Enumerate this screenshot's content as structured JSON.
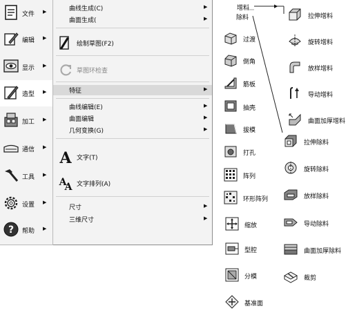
{
  "main_menu": [
    {
      "label": "文件",
      "icon": "file-icon"
    },
    {
      "label": "编辑",
      "icon": "edit-icon"
    },
    {
      "label": "显示",
      "icon": "eye-icon"
    },
    {
      "label": "造型",
      "icon": "pencil-box-icon"
    },
    {
      "label": "加工",
      "icon": "machining-icon"
    },
    {
      "label": "通信",
      "icon": "keyboard-icon"
    },
    {
      "label": "工具",
      "icon": "hammer-icon"
    },
    {
      "label": "设置",
      "icon": "gear-icon"
    },
    {
      "label": "帮助",
      "icon": "help-icon"
    }
  ],
  "submenu": {
    "curve_gen": "曲线生成(C)",
    "surface_gen": "曲面生成(",
    "sketch": "绘制草图(F2)",
    "sketch_check": "草图环检查",
    "feature": "特征",
    "curve_edit": "曲线编辑(E)",
    "surface_edit": "曲面编辑",
    "geo_transform": "几何变换(G)",
    "text": "文字(T)",
    "text_array": "文字排列(A)",
    "dimension": "尺寸",
    "dim3d": "三维尺寸"
  },
  "feature_panel": {
    "add_material": "增料",
    "remove_material": "除料",
    "col1": [
      {
        "label": "过渡",
        "icon": "fillet-icon"
      },
      {
        "label": "倒角",
        "icon": "chamfer-icon"
      },
      {
        "label": "筋板",
        "icon": "rib-icon"
      },
      {
        "label": "抽壳",
        "icon": "shell-icon"
      },
      {
        "label": "拔模",
        "icon": "draft-icon"
      },
      {
        "label": "打孔",
        "icon": "hole-icon"
      },
      {
        "label": "阵列",
        "icon": "array-icon"
      },
      {
        "label": "环形阵列",
        "icon": "circular-array-icon"
      },
      {
        "label": "缩放",
        "icon": "scale-icon"
      },
      {
        "label": "型腔",
        "icon": "cavity-icon"
      },
      {
        "label": "分模",
        "icon": "parting-icon"
      },
      {
        "label": "基准面",
        "icon": "datum-plane-icon"
      }
    ],
    "add_items": [
      {
        "label": "拉伸增料",
        "icon": "extrude-add-icon"
      },
      {
        "label": "旋转增料",
        "icon": "revolve-add-icon"
      },
      {
        "label": "放样增料",
        "icon": "loft-add-icon"
      },
      {
        "label": "导动增料",
        "icon": "sweep-add-icon"
      },
      {
        "label": "曲面加厚增料",
        "icon": "thicken-add-icon"
      }
    ],
    "remove_items": [
      {
        "label": "拉伸除料",
        "icon": "extrude-cut-icon"
      },
      {
        "label": "旋转除料",
        "icon": "revolve-cut-icon"
      },
      {
        "label": "放样除料",
        "icon": "loft-cut-icon"
      },
      {
        "label": "导动除料",
        "icon": "sweep-cut-icon"
      },
      {
        "label": "曲面加厚除料",
        "icon": "thicken-cut-icon"
      },
      {
        "label": "裁剪",
        "icon": "trim-icon"
      }
    ]
  }
}
